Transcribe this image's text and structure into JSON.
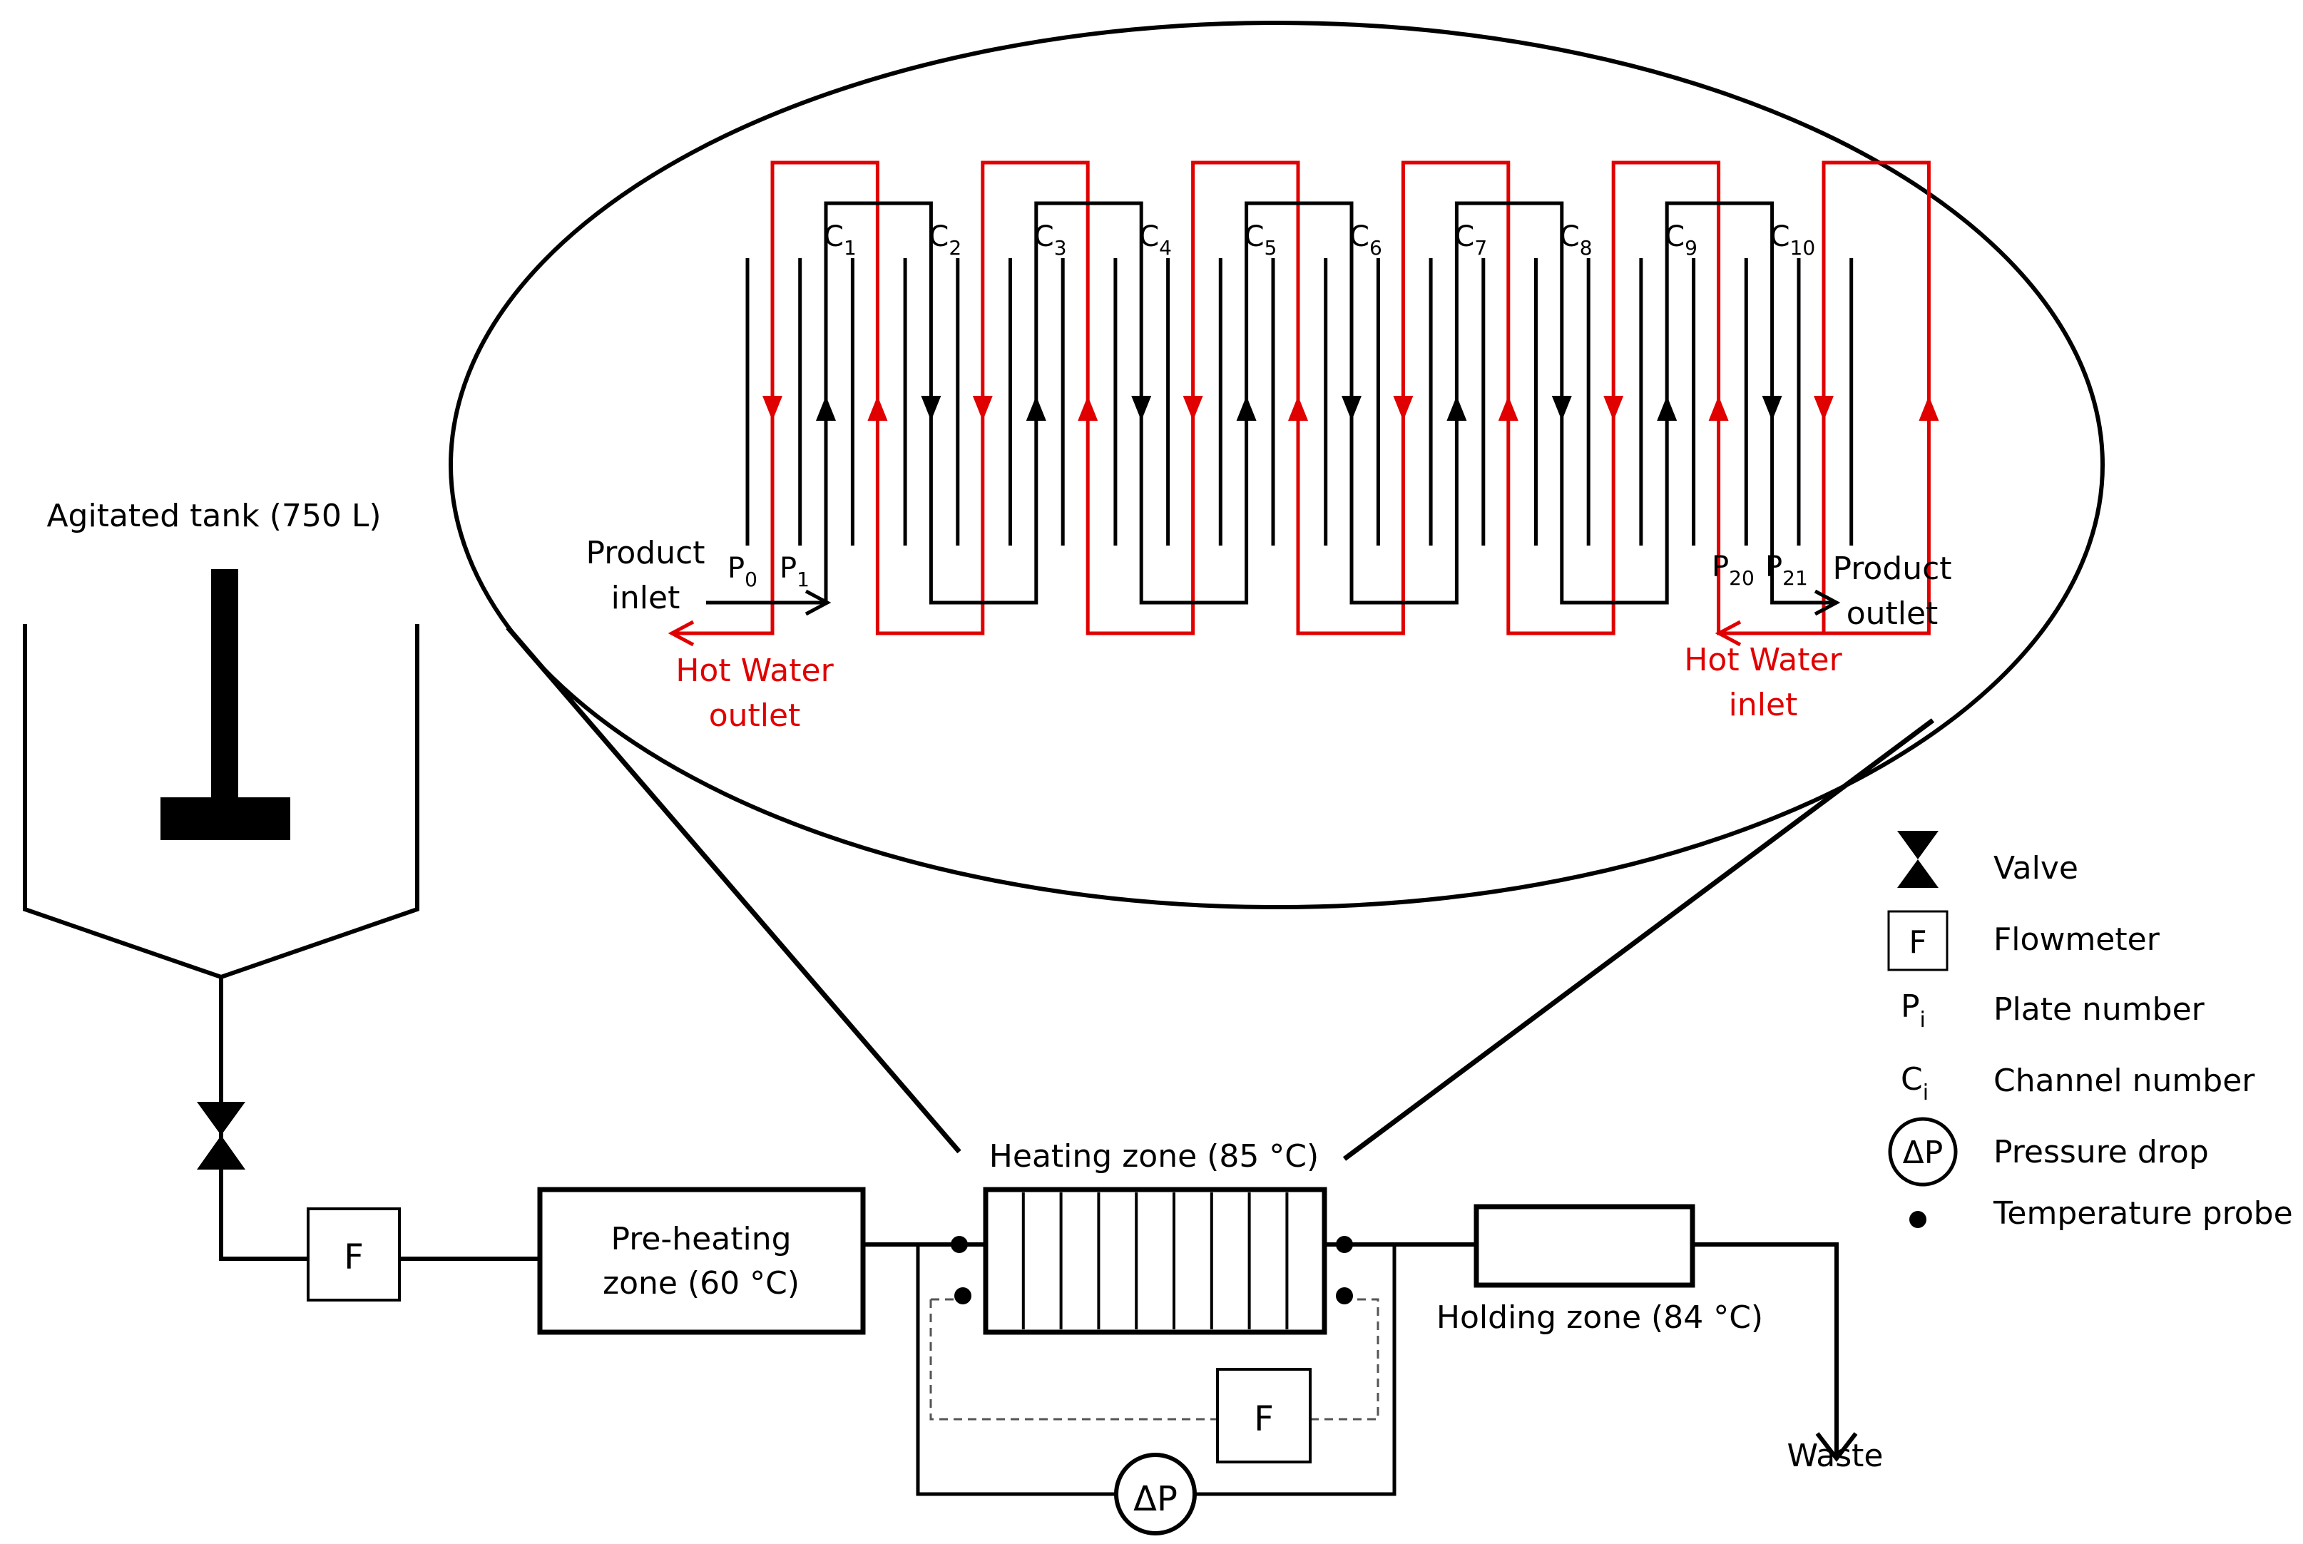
{
  "colors": {
    "product_line": "#000000",
    "hot_water_line": "#e00000"
  },
  "tank": {
    "label": "Agitated tank (750 L)"
  },
  "preheating": {
    "line1": "Pre-heating",
    "line2": "zone  (60 °C)"
  },
  "heating": {
    "label": "Heating zone (85 °C)"
  },
  "holding": {
    "label": "Holding zone (84 °C)"
  },
  "waste": {
    "label": "Waste"
  },
  "flowmeter_symbol": "F",
  "pressure_symbol": "ΔP",
  "exchanger": {
    "channels": [
      "C1",
      "C2",
      "C3",
      "C4",
      "C5",
      "C6",
      "C7",
      "C8",
      "C9",
      "C10"
    ],
    "channel_prefix": "C",
    "channel_numbers": [
      "1",
      "2",
      "3",
      "4",
      "5",
      "6",
      "7",
      "8",
      "9",
      "10"
    ],
    "plate_prefix": "P",
    "plates_left": [
      "0",
      "1"
    ],
    "plates_right": [
      "20",
      "21"
    ],
    "product_inlet": [
      "Product",
      "inlet"
    ],
    "product_outlet": [
      "Product",
      "outlet"
    ],
    "hot_water_outlet": [
      "Hot Water",
      "outlet"
    ],
    "hot_water_inlet": [
      "Hot Water",
      "inlet"
    ]
  },
  "legend": {
    "items": [
      {
        "icon": "valve-icon",
        "label": "Valve"
      },
      {
        "icon": "flowmeter-icon",
        "label": "Flowmeter",
        "symbol": "F"
      },
      {
        "icon": "plate-symbol",
        "label": "Plate number",
        "symbol": "P",
        "sub": "i"
      },
      {
        "icon": "channel-symbol",
        "label": "Channel number",
        "symbol": "C",
        "sub": "i"
      },
      {
        "icon": "pressure-drop-icon",
        "label": "Pressure drop",
        "symbol": "ΔP"
      },
      {
        "icon": "temperature-probe-icon",
        "label": "Temperature probe"
      }
    ]
  }
}
